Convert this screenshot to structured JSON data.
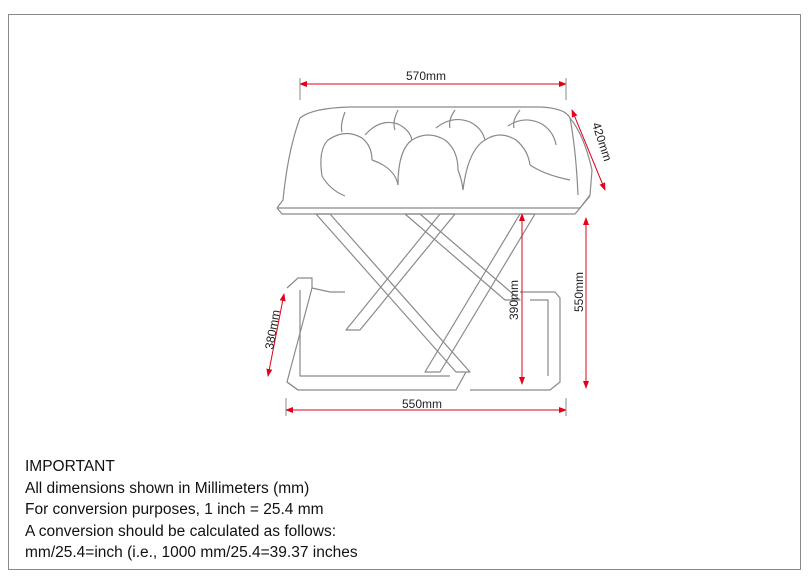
{
  "dimensions": {
    "seat_width": "570mm",
    "seat_depth": "420mm",
    "overall_height": "550mm",
    "leg_height": "390mm",
    "base_depth": "380mm",
    "base_width": "550mm"
  },
  "colors": {
    "outline": "#8a8a8a",
    "dimension_line": "#e3001b"
  },
  "notice": {
    "heading": "IMPORTANT",
    "line1": "All dimensions shown in Millimeters (mm)",
    "line2": "For conversion purposes, 1 inch = 25.4 mm",
    "line3": "A conversion should be calculated as follows:",
    "line4": "mm/25.4=inch (i.e., 1000 mm/25.4=39.37 inches"
  }
}
